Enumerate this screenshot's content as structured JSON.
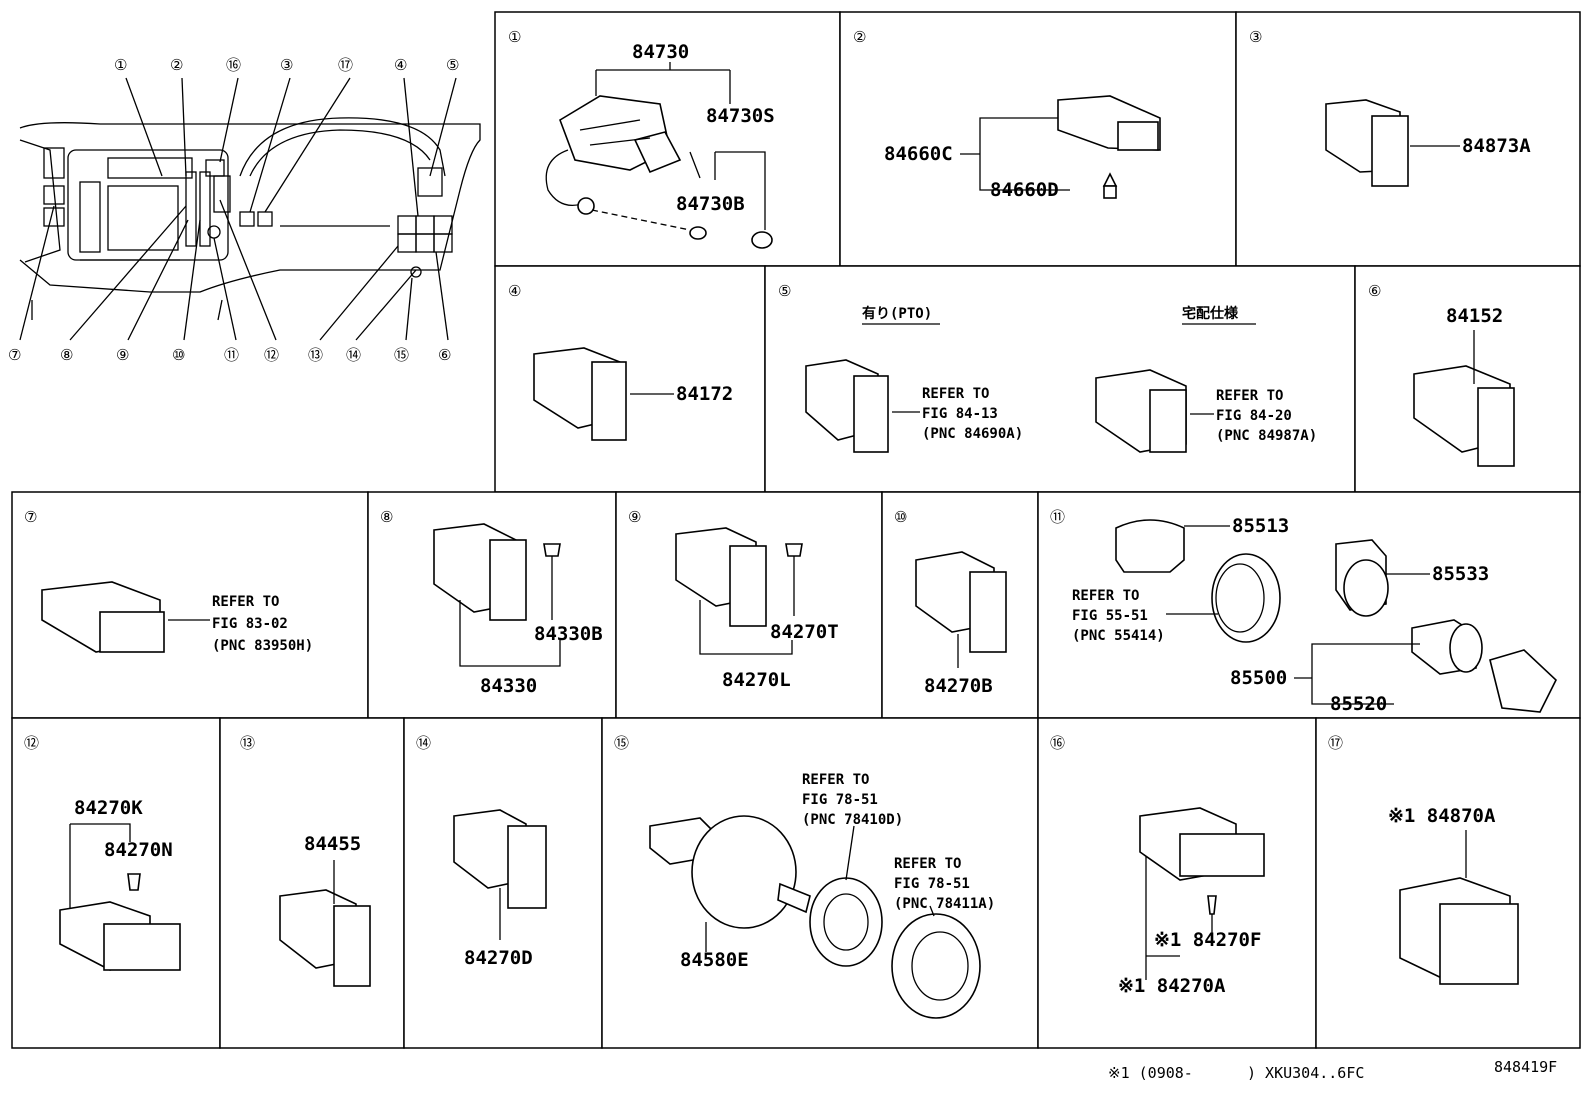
{
  "sections": [
    {
      "num": "①",
      "labels": {
        "a": "84730",
        "b": "84730S",
        "c": "84730B"
      }
    },
    {
      "num": "②",
      "labels": {
        "a": "84660C",
        "b": "84660D"
      }
    },
    {
      "num": "③",
      "labels": {
        "a": "84873A"
      }
    },
    {
      "num": "④",
      "labels": {
        "a": "84172"
      }
    },
    {
      "num": "⑤",
      "labels": {
        "h1": "有り(PTO)",
        "h2": "宅配仕様",
        "r1a": "REFER TO",
        "r1b": "FIG 84-13",
        "r1c": "(PNC 84690A)",
        "r2a": "REFER TO",
        "r2b": "FIG 84-20",
        "r2c": "(PNC 84987A)"
      }
    },
    {
      "num": "⑥",
      "labels": {
        "a": "84152"
      }
    },
    {
      "num": "⑦",
      "labels": {
        "ra": "REFER TO",
        "rb": "FIG 83-02",
        "rc": "(PNC 83950H)"
      }
    },
    {
      "num": "⑧",
      "labels": {
        "a": "84330B",
        "b": "84330"
      }
    },
    {
      "num": "⑨",
      "labels": {
        "a": "84270T",
        "b": "84270L"
      }
    },
    {
      "num": "⑩",
      "labels": {
        "a": "84270B"
      }
    },
    {
      "num": "⑪",
      "labels": {
        "a": "85513",
        "ra": "REFER TO",
        "rb": "FIG 55-51",
        "rc": "(PNC 55414)",
        "b": "85533",
        "c": "85500",
        "d": "85520"
      }
    },
    {
      "num": "⑫",
      "labels": {
        "a": "84270K",
        "b": "84270N"
      }
    },
    {
      "num": "⑬",
      "labels": {
        "a": "84455"
      }
    },
    {
      "num": "⑭",
      "labels": {
        "a": "84270D"
      }
    },
    {
      "num": "⑮",
      "labels": {
        "ra": "REFER TO",
        "rb": "FIG 78-51",
        "rc": "(PNC 78410D)",
        "sa": "REFER TO",
        "sb": "FIG 78-51",
        "sc": "(PNC 78411A)",
        "a": "84580E"
      }
    },
    {
      "num": "⑯",
      "labels": {
        "a": "※1 84270F",
        "b": "※1 84270A"
      }
    },
    {
      "num": "⑰",
      "labels": {
        "a": "※1 84870A"
      }
    }
  ],
  "overview_callouts": {
    "top": [
      "①",
      "②",
      "⑯",
      "③",
      "⑰",
      "④",
      "⑤"
    ],
    "bottom": [
      "⑦",
      "⑧",
      "⑨",
      "⑩",
      "⑪",
      "⑫",
      "⑬",
      "⑭",
      "⑮",
      "⑥"
    ]
  },
  "footer": {
    "note": "※1 (0908-      ) XKU304..6FC",
    "figure_id": "848419F"
  }
}
